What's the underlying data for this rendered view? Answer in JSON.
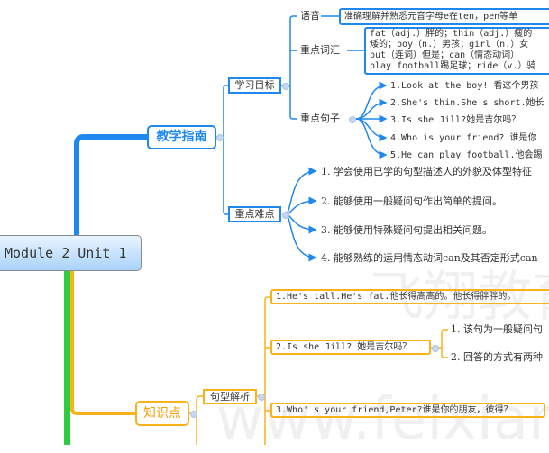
{
  "root": "Module 2 Unit 1",
  "guide": {
    "title": "教学指南",
    "goals": {
      "title": "学习目标",
      "phonics": {
        "label": "语音",
        "text": "准确理解并熟悉元音字母e在ten，pen等单"
      },
      "vocab": {
        "label": "重点词汇",
        "lines": [
          "fat（adj.）胖的；thin（adj.）瘦的",
          "矮的；boy（n.）男孩；girl（n.）女",
          "but（连词）但是；can（情态动词）",
          "play football踢足球；ride（v.）骑"
        ]
      },
      "sentences": {
        "label": "重点句子",
        "items": [
          "1.Look at the boy! 看这个男孩",
          "2.She's thin.She's short.她长",
          "3.Is she Jill?她是吉尔吗？",
          "4.Who is your friend? 谁是你",
          "5.He can play football.他会踢"
        ]
      }
    },
    "difficulties": {
      "title": "重点难点",
      "items": [
        "1. 学会使用已学的句型描述人的外貌及体型特征",
        "2. 能够使用一般疑问句作出简单的提问。",
        "3. 能够使用特殊疑问句提出相关问题。",
        "4. 能够熟练的运用情态动词can及其否定形式can"
      ]
    }
  },
  "knowledge": {
    "title": "知识点",
    "patterns": {
      "title": "句型解析",
      "items": [
        "1.He's tall.He's fat.他长得高高的。他长得胖胖的。",
        "2.Is she Jill? 她是吉尔吗？",
        "3.Who' s your friend,Peter?谁是你的朋友，彼得？"
      ],
      "sub_items": [
        "1. 该句为一般疑问句",
        "2. 回答的方式有两种"
      ]
    }
  },
  "watermark": {
    "logo": "飞翔教育",
    "url": "www.feixiang"
  },
  "colors": {
    "blue": "#1e88f0",
    "orange": "#f7b21c",
    "green": "#2ecc40"
  }
}
